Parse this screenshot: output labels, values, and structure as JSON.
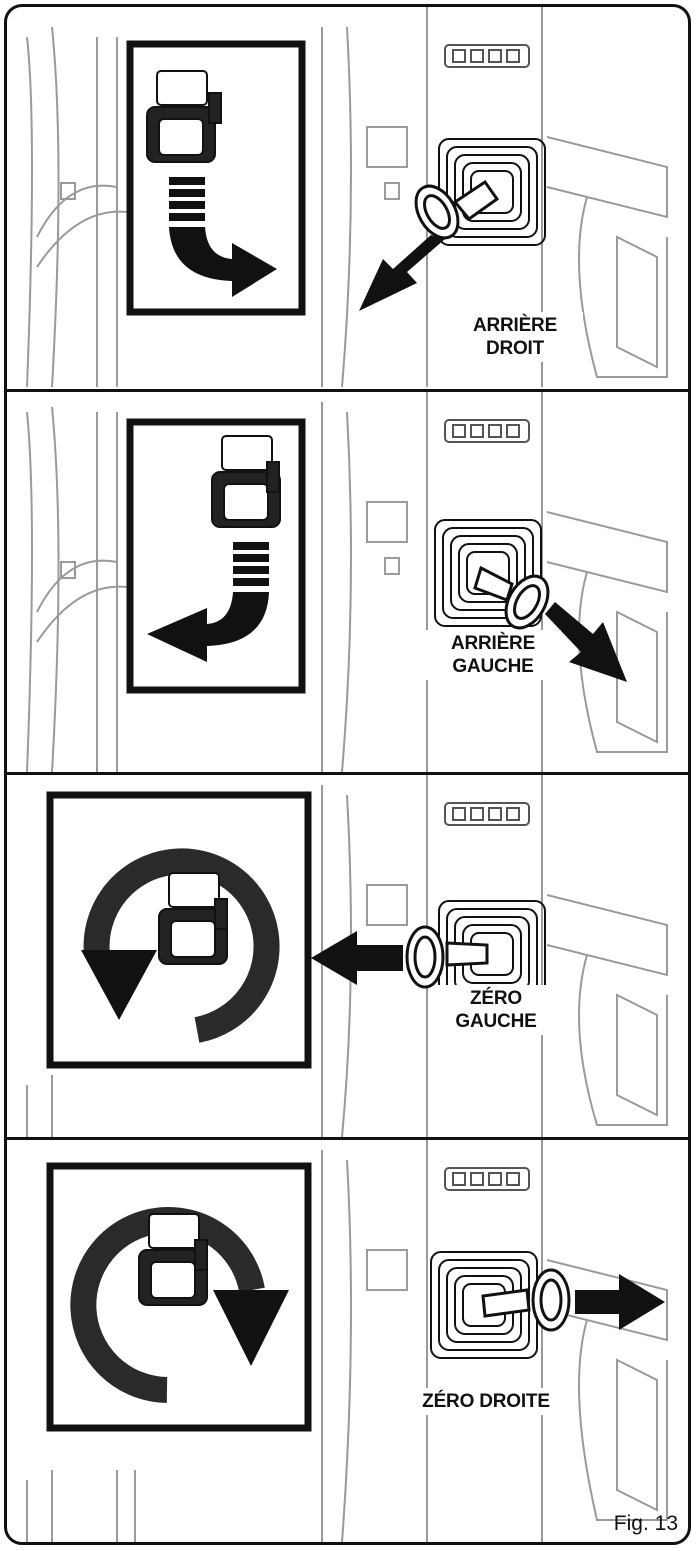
{
  "figure_label": "Fig. 13",
  "panels": [
    {
      "id": "rear-right",
      "line1": "ARRIÈRE",
      "line2": "DROIT"
    },
    {
      "id": "rear-left",
      "line1": "ARRIÈRE",
      "line2": "GAUCHE"
    },
    {
      "id": "zero-left",
      "line1": "ZÉRO",
      "line2": "GAUCHE"
    },
    {
      "id": "zero-right",
      "line1": "ZÉRO DROITE",
      "line2": ""
    }
  ],
  "colors": {
    "line": "#111111",
    "light_line": "#9a9a9a",
    "background": "#ffffff"
  }
}
